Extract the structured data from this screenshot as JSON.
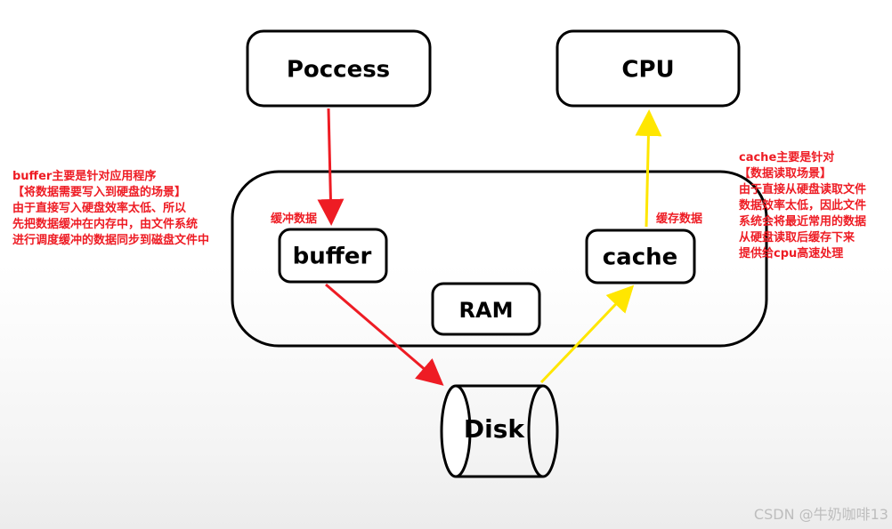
{
  "nodes": {
    "process": "Poccess",
    "cpu": "CPU",
    "buffer": "buffer",
    "cache": "cache",
    "ram": "RAM",
    "disk": "Disk"
  },
  "edge_labels": {
    "to_buffer": "缓冲数据",
    "to_cache": "缓存数据"
  },
  "notes": {
    "buffer": [
      "buffer主要是针对应用程序",
      "【将数据需要写入到硬盘的场景】",
      "由于直接写入硬盘效率太低、所以",
      "先把数据缓冲在内存中，由文件系统",
      "进行调度缓冲的数据同步到磁盘文件中"
    ],
    "cache": [
      "cache主要是针对",
      "【数据读取场景】",
      "由于直接从硬盘读取文件",
      "数据效率太低，因此文件",
      "系统会将最近常用的数据",
      "从硬盘读取后缓存下来",
      "提供给cpu高速处理"
    ]
  },
  "watermark": "CSDN @牛奶咖啡13",
  "colors": {
    "write_path": "#ee1c24",
    "read_path": "#ffe600",
    "note_text": "#ee1c24",
    "outline": "#000000"
  }
}
